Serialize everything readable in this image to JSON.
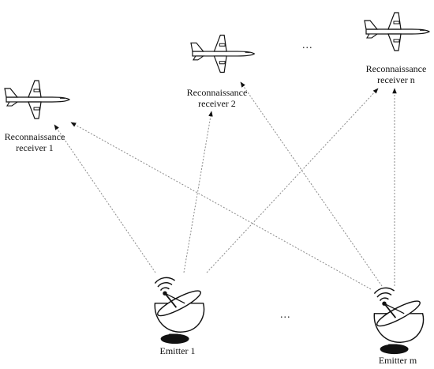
{
  "receivers": [
    {
      "line1": "Reconnaissance",
      "line2": "receiver 1"
    },
    {
      "line1": "Reconnaissance",
      "line2": "receiver 2"
    },
    {
      "line1": "Reconnaissance",
      "line2": "receiver n"
    }
  ],
  "emitters": [
    {
      "label": "Emitter 1"
    },
    {
      "label": "Emitter m"
    }
  ],
  "ellipsis": "...",
  "icons": {
    "aircraft": "airplane-icon",
    "emitter": "radar-dish-icon"
  },
  "colors": {
    "line": "#8a8a8a",
    "ink": "#111111"
  }
}
